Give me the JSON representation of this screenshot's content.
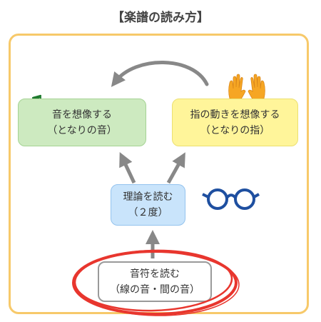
{
  "title": "【楽譜の読み方】",
  "nodes": {
    "sound": {
      "line1": "音を想像する",
      "line2": "（となりの音）"
    },
    "finger": {
      "line1": "指の動きを想像する",
      "line2": "（となりの指）"
    },
    "theory": {
      "line1": "理論を読む",
      "line2": "（２度）"
    },
    "notes": {
      "line1": "音符を読む",
      "line2": "（線の音・間の音）"
    }
  },
  "icons": {
    "sound": "music-note-icon",
    "finger": "raised-hands-icon",
    "theory": "glasses-icon"
  },
  "colors": {
    "frame": "#f7c96a",
    "sound_box": "#cdeac0",
    "finger_box": "#fff59a",
    "theory_box": "#c9e4fb",
    "arrow": "#888888",
    "highlight": "#e8362e",
    "glasses": "#1e4fa0"
  }
}
